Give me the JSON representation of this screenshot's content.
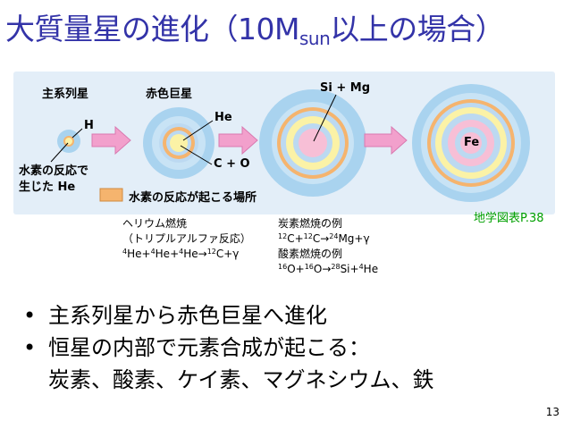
{
  "title": {
    "main": "大質量星の進化（10M",
    "sub": "sun",
    "tail": "以上の場合）"
  },
  "diagram": {
    "stage1_label": "主系列星",
    "stage2_label": "赤色巨星",
    "h_label": "H",
    "he_label": "He",
    "co_label": "C + O",
    "simg_label": "Si + Mg",
    "fe_label": "Fe",
    "caption_line1": "水素の反応で",
    "caption_line2": "生じた He",
    "legend": "水素の反応が起こる場所"
  },
  "reference": "地学図表P.38",
  "reactions": {
    "helium_title": "ヘリウム燃焼",
    "helium_sub": "（トリプルアルファ反応）",
    "carbon_title": "炭素燃焼の例",
    "oxygen_title": "酸素燃焼の例"
  },
  "bullets": [
    "主系列星から赤色巨星へ進化",
    "恒星の内部で元素合成が起こる：",
    "炭素、酸素、ケイ素、マグネシウム、鉄"
  ],
  "page_number": "13",
  "colors": {
    "title": "#3333a8",
    "panel_bg": "#e3eef8",
    "arrow": "#f2a0cc",
    "hydrogen_shell": "#f5b46e",
    "core_pink": "#f7bfd6",
    "core_yellow": "#fbf2a6",
    "reference": "#00a000"
  }
}
